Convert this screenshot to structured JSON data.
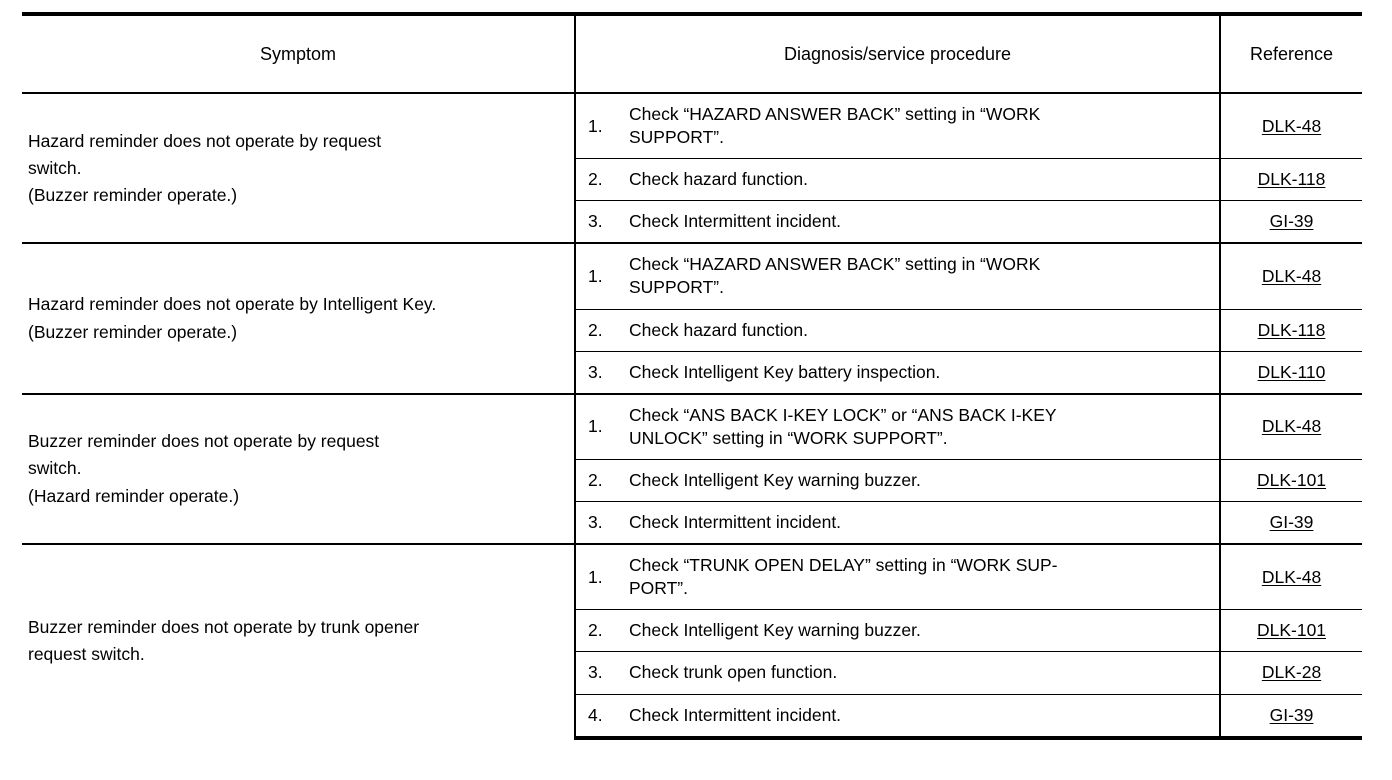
{
  "table": {
    "headers": {
      "symptom": "Symptom",
      "procedure": "Diagnosis/service procedure",
      "reference": "Reference"
    },
    "groups": [
      {
        "symptom_lines": [
          "Hazard reminder does not operate by request",
          "switch.",
          "(Buzzer reminder operate.)"
        ],
        "steps": [
          {
            "number": "1.",
            "text_lines": [
              "Check “HAZARD ANSWER BACK” setting in “WORK",
              "SUPPORT”."
            ],
            "reference": "DLK-48"
          },
          {
            "number": "2.",
            "text_lines": [
              "Check hazard function."
            ],
            "reference": "DLK-118"
          },
          {
            "number": "3.",
            "text_lines": [
              "Check Intermittent incident."
            ],
            "reference": "GI-39"
          }
        ]
      },
      {
        "symptom_lines": [
          "Hazard reminder does not operate by Intelligent Key.",
          "(Buzzer reminder operate.)"
        ],
        "steps": [
          {
            "number": "1.",
            "text_lines": [
              "Check “HAZARD ANSWER BACK” setting in “WORK",
              "SUPPORT”."
            ],
            "reference": "DLK-48"
          },
          {
            "number": "2.",
            "text_lines": [
              "Check hazard function."
            ],
            "reference": "DLK-118"
          },
          {
            "number": "3.",
            "text_lines": [
              "Check Intelligent Key battery inspection."
            ],
            "reference": "DLK-110"
          }
        ]
      },
      {
        "symptom_lines": [
          "Buzzer reminder does not operate by request",
          "switch.",
          "(Hazard reminder operate.)"
        ],
        "steps": [
          {
            "number": "1.",
            "text_lines": [
              "Check “ANS BACK I-KEY LOCK” or “ANS BACK I-KEY",
              "UNLOCK” setting in “WORK SUPPORT”."
            ],
            "reference": "DLK-48"
          },
          {
            "number": "2.",
            "text_lines": [
              "Check Intelligent Key warning buzzer."
            ],
            "reference": "DLK-101"
          },
          {
            "number": "3.",
            "text_lines": [
              "Check Intermittent incident."
            ],
            "reference": "GI-39"
          }
        ]
      },
      {
        "symptom_lines": [
          "Buzzer reminder does not operate by trunk opener",
          "request switch."
        ],
        "steps": [
          {
            "number": "1.",
            "text_lines": [
              "Check “TRUNK OPEN DELAY” setting in “WORK SUP-",
              "PORT”."
            ],
            "reference": "DLK-48"
          },
          {
            "number": "2.",
            "text_lines": [
              "Check Intelligent Key warning buzzer."
            ],
            "reference": "DLK-101"
          },
          {
            "number": "3.",
            "text_lines": [
              "Check trunk open function."
            ],
            "reference": "DLK-28"
          },
          {
            "number": "4.",
            "text_lines": [
              "Check Intermittent incident."
            ],
            "reference": "GI-39"
          }
        ]
      }
    ]
  }
}
